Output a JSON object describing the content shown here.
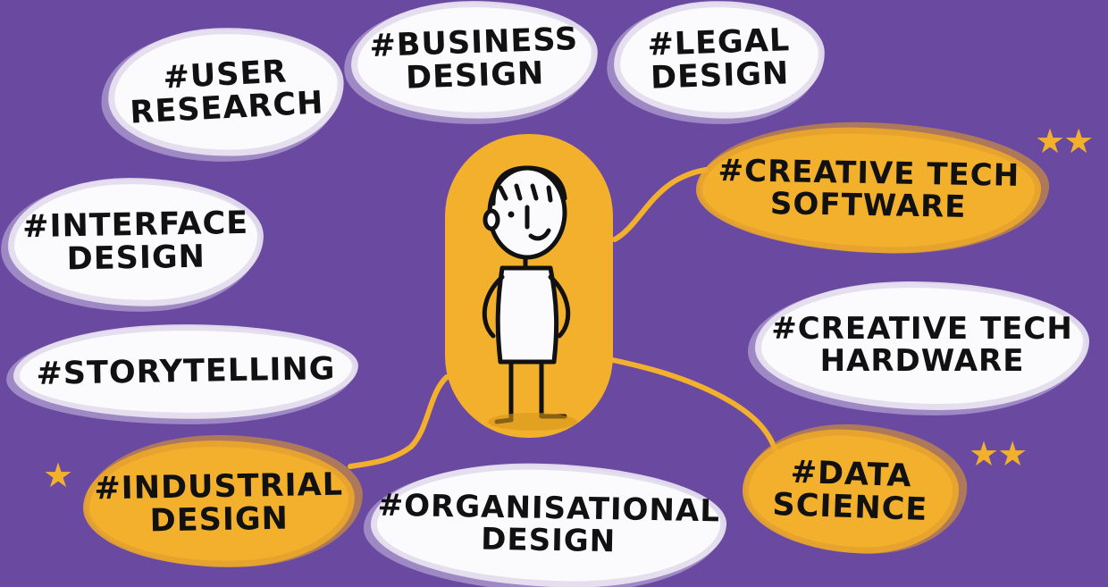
{
  "tags": {
    "user_research": {
      "line1": "#USER",
      "line2": "RESEARCH"
    },
    "business_design": {
      "line1": "#BUSINESS",
      "line2": "DESIGN"
    },
    "legal_design": {
      "line1": "#LEGAL",
      "line2": "DESIGN"
    },
    "creative_tech_software": {
      "line1": "#CREATIVE TECH",
      "line2": "SOFTWARE"
    },
    "interface_design": {
      "line1": "#INTERFACE",
      "line2": "DESIGN"
    },
    "creative_tech_hardware": {
      "line1": "#CREATIVE TECH",
      "line2": "HARDWARE"
    },
    "storytelling": {
      "line1": "#STORYTELLING"
    },
    "data_science": {
      "line1": "#DATA",
      "line2": "SCIENCE"
    },
    "industrial_design": {
      "line1": "#INDUSTRIAL",
      "line2": "DESIGN"
    },
    "organisational_design": {
      "line1": "#ORGANISATIONAL",
      "line2": "DESIGN"
    }
  },
  "highlighted": [
    "creative_tech_software",
    "data_science",
    "industrial_design"
  ],
  "connected_to_figure": [
    "creative_tech_software",
    "data_science",
    "industrial_design"
  ],
  "stars": {
    "creative_tech_software": 2,
    "data_science": 2,
    "industrial_design": 1
  },
  "colors": {
    "background": "#6a4aa0",
    "highlight": "#f2b02c",
    "tag_white": "#fbfafc",
    "ink": "#111111"
  }
}
